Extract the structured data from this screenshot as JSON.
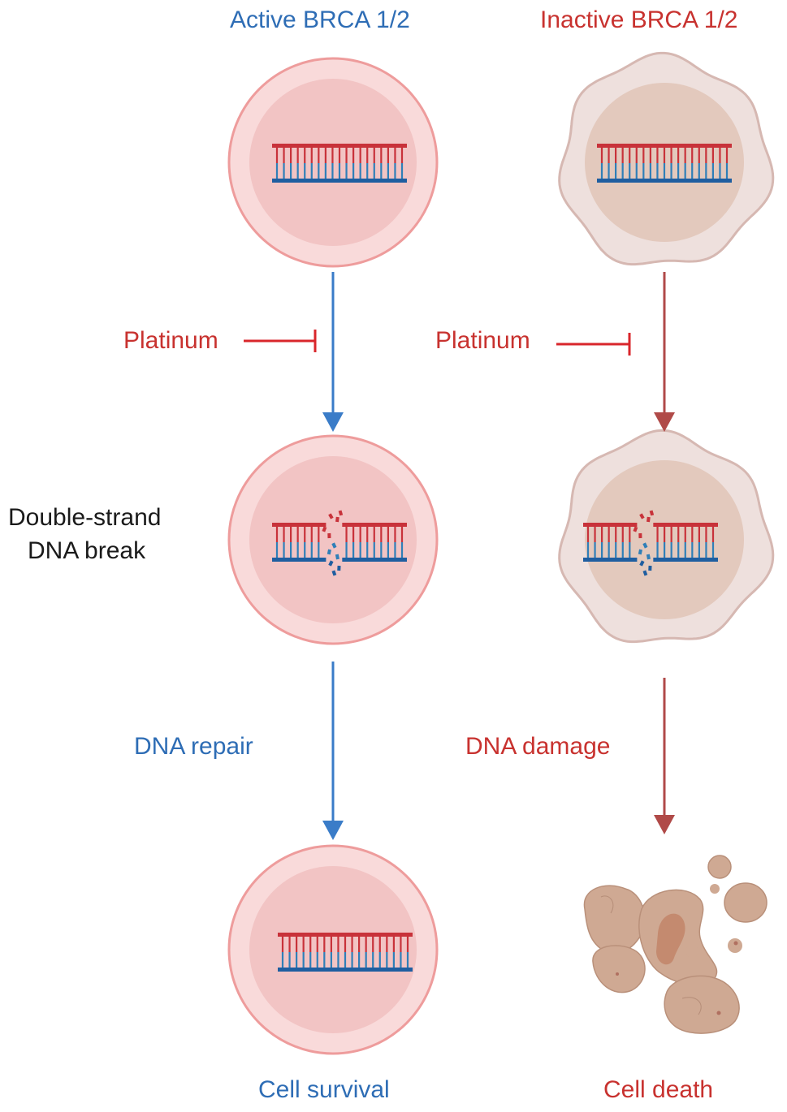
{
  "labels": {
    "active_title": "Active BRCA 1/2",
    "inactive_title": "Inactive BRCA 1/2",
    "platinum_left": "Platinum",
    "platinum_right": "Platinum",
    "dsb_line1": "Double-strand",
    "dsb_line2": "DNA break",
    "dna_repair": "DNA repair",
    "dna_damage": "DNA damage",
    "cell_survival": "Cell survival",
    "cell_death": "Cell death"
  },
  "colors": {
    "blue_text": "#2e6db5",
    "red_text": "#c8322f",
    "blue_arrow": "#3a7cc8",
    "red_arrow": "#b04a48",
    "inhibitor": "#d9262b",
    "healthy_cell_outer": "#f9dada",
    "healthy_cell_border": "#ee9c9c",
    "healthy_cell_nucleus": "#f2c4c4",
    "tumor_cell_outer": "#eee0dd",
    "tumor_cell_border": "#d6b8b2",
    "tumor_cell_nucleus": "#e3c9bd",
    "dna_red": "#c8323a",
    "dna_blue": "#2f7fb8",
    "dna_dark": "#1f5ea0",
    "debris": "#c9a08a"
  }
}
